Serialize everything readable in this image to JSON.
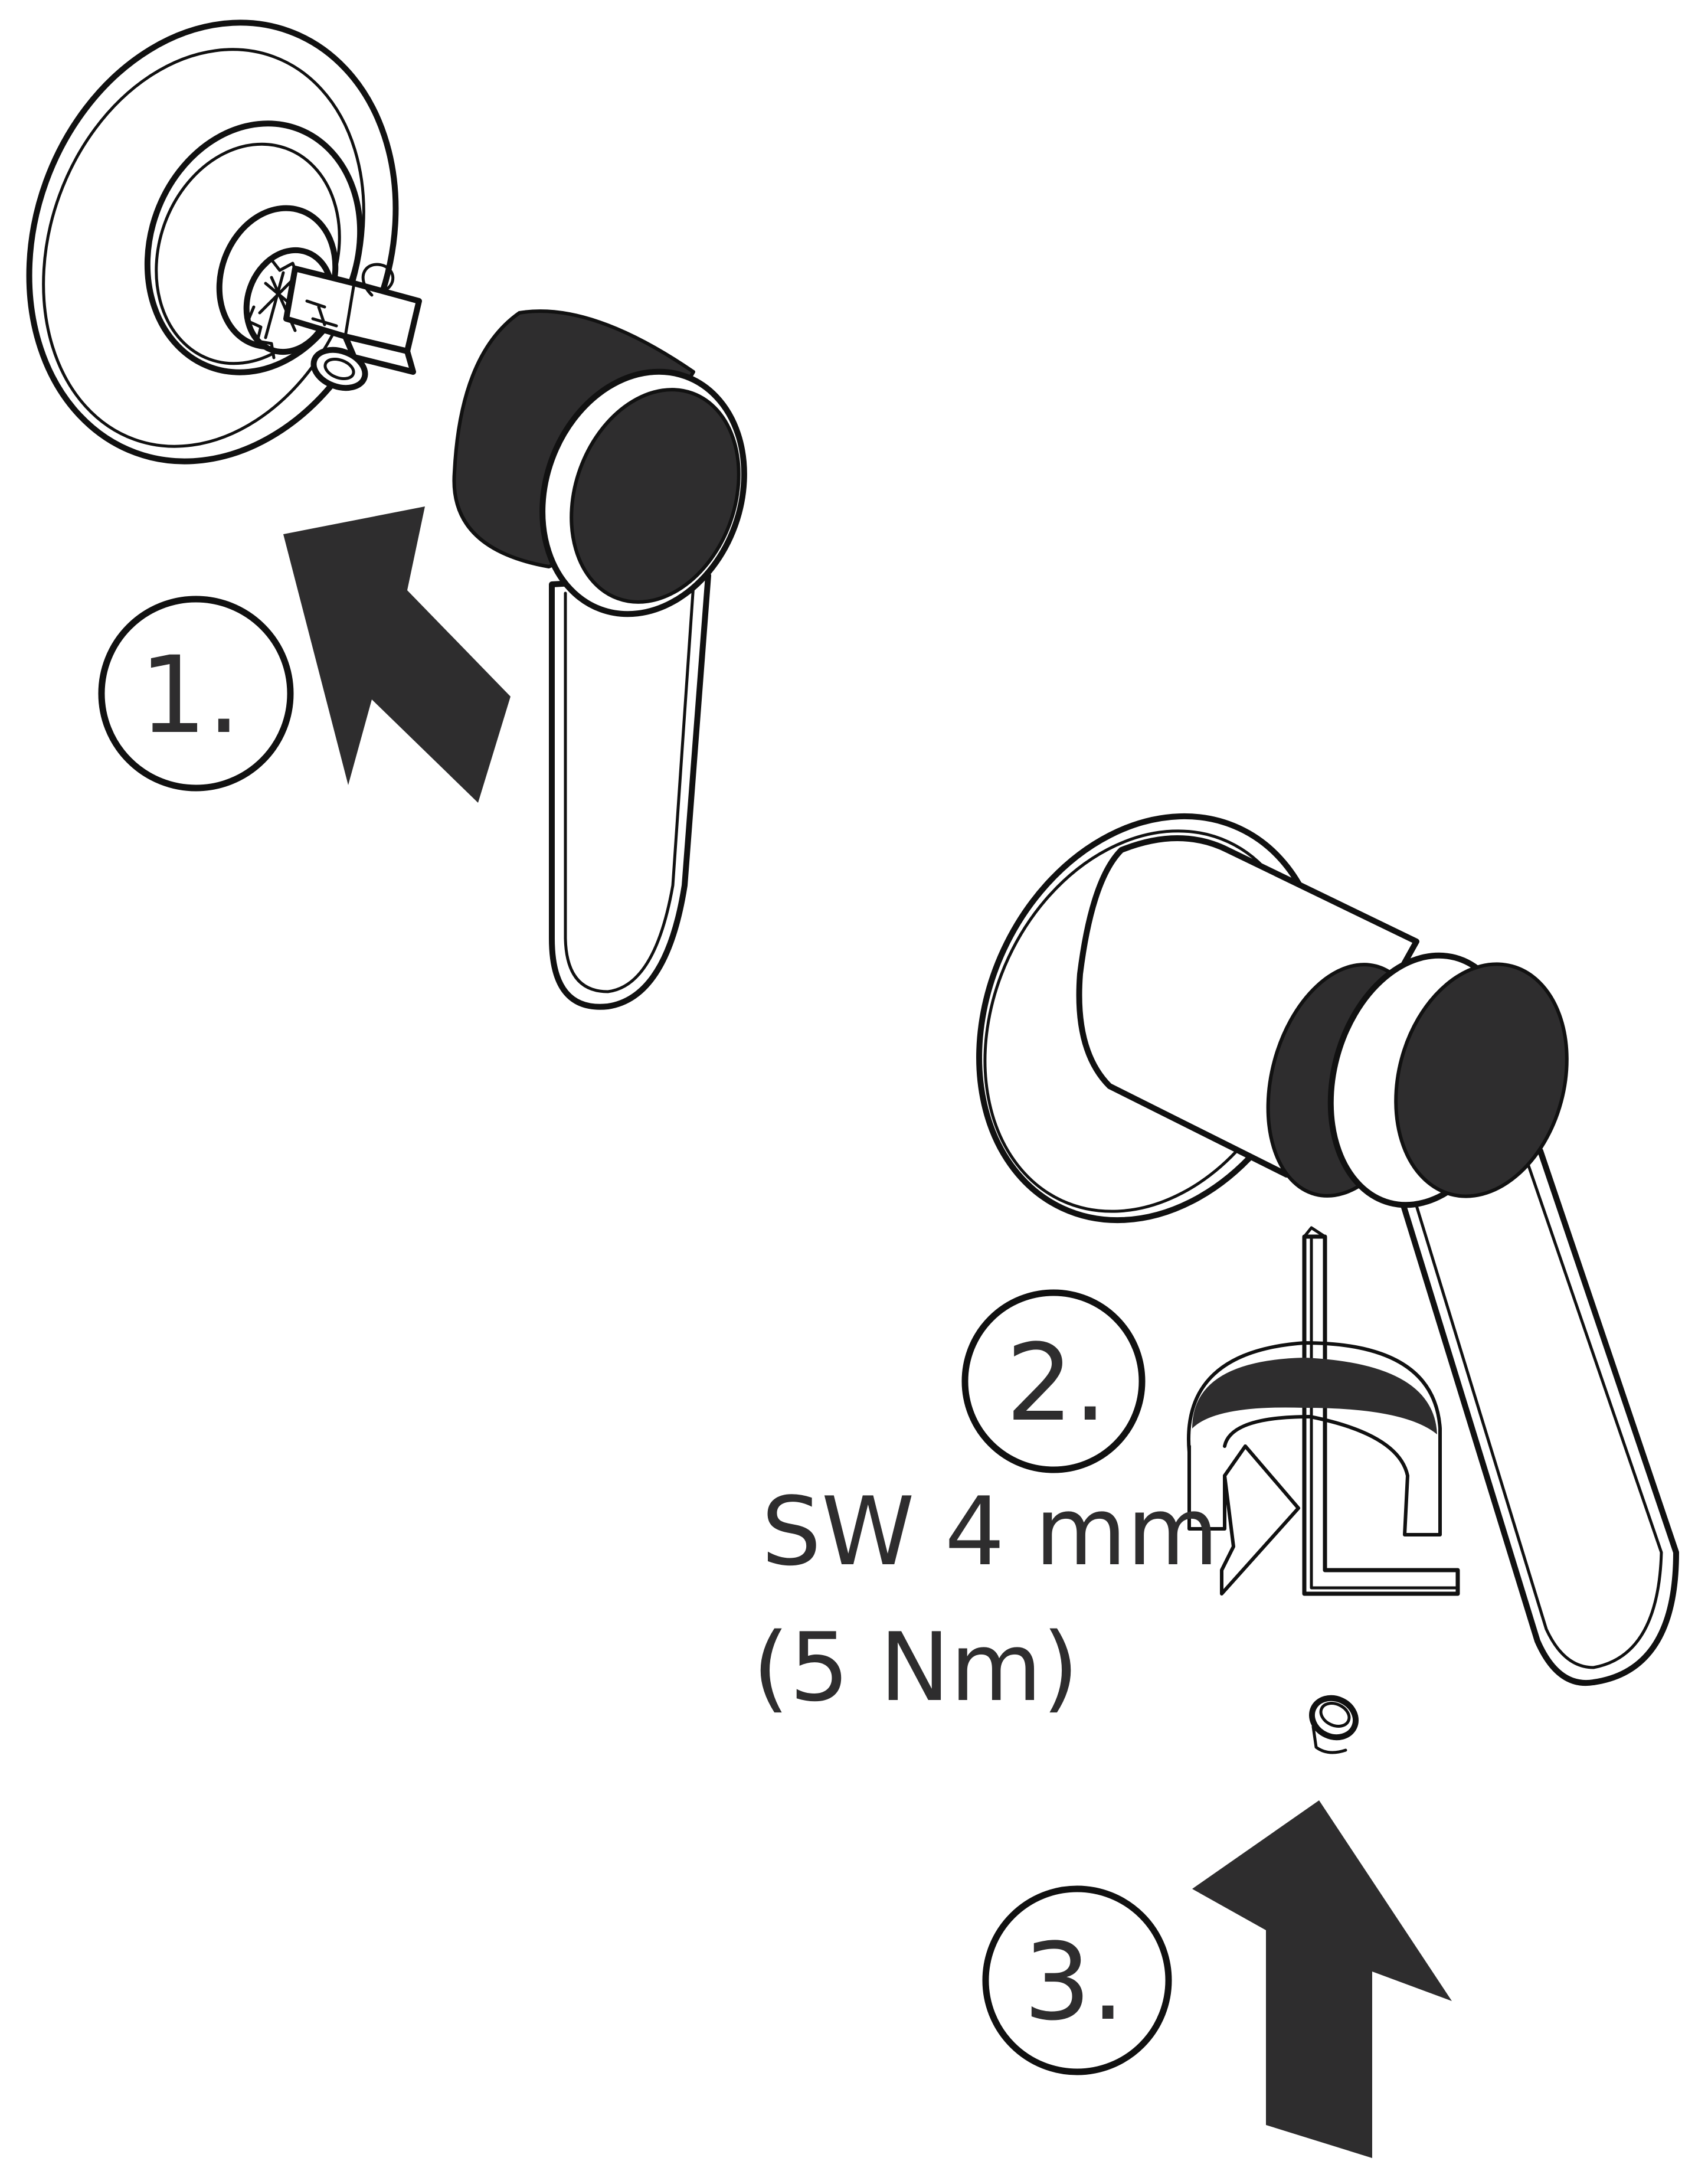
{
  "steps": [
    {
      "number": "1.",
      "action": "push handle onto cartridge"
    },
    {
      "number": "2.",
      "action": "tighten set screw with hex key"
    },
    {
      "number": "3.",
      "action": "insert cover plug"
    }
  ],
  "tool": {
    "size_label": "SW 4 mm",
    "torque_label": "(5 Nm)"
  },
  "colors": {
    "ink": "#2e2d2e",
    "outline": "#111111",
    "background": "#ffffff"
  },
  "icons": [
    "push-arrow-icon",
    "rotate-arrow-icon",
    "hex-key-icon",
    "cover-plug-icon"
  ]
}
